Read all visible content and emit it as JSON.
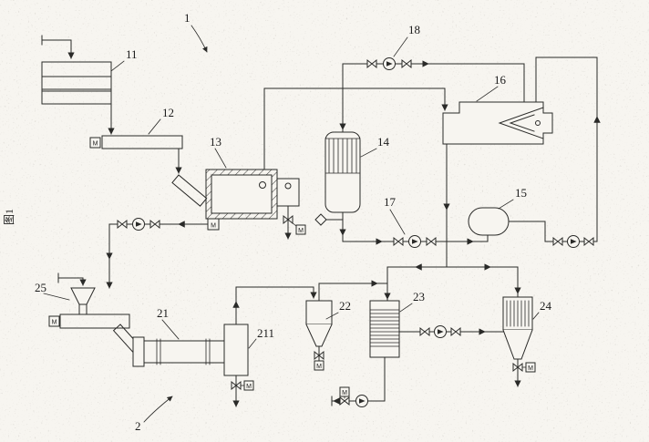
{
  "figure": {
    "caption_side": "图1",
    "motor_label": "M",
    "colors": {
      "ink": "#2a2a28",
      "paper": "#f7f5f0"
    },
    "ref_labels": {
      "r1": "1",
      "r2": "2",
      "r11": "11",
      "r12": "12",
      "r13": "13",
      "r14": "14",
      "r15": "15",
      "r16": "16",
      "r17": "17",
      "r18": "18",
      "r21": "21",
      "r211": "211",
      "r22": "22",
      "r23": "23",
      "r24": "24",
      "r25": "25"
    }
  }
}
